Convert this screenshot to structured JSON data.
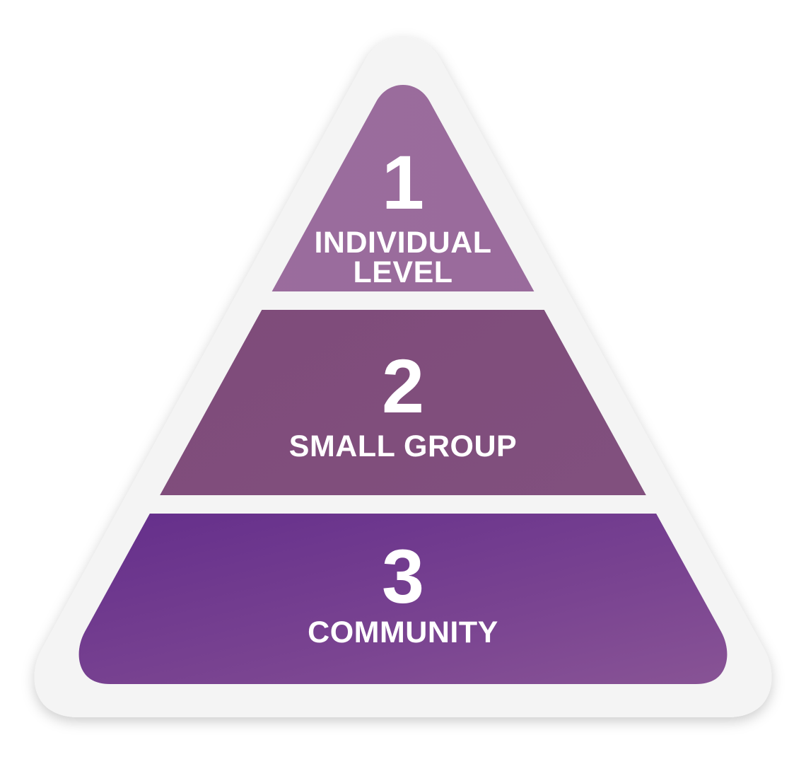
{
  "diagram": {
    "type": "pyramid",
    "title": "",
    "orientation": "apex-up",
    "tier_count": 3,
    "border_color": "#F4F4F4",
    "background_color": "transparent",
    "text_color": "#FFFFFF",
    "tiers": [
      {
        "number": "1",
        "label_lines": [
          "INDIVIDUAL",
          "LEVEL"
        ],
        "label": "INDIVIDUAL LEVEL",
        "position": "top",
        "fill_start": "#9C6E9E",
        "fill_end": "#98699B"
      },
      {
        "number": "2",
        "label_lines": [
          "SMALL GROUP"
        ],
        "label": "SMALL GROUP",
        "position": "middle",
        "fill_start": "#7E4A79",
        "fill_end": "#81507E"
      },
      {
        "number": "3",
        "label_lines": [
          "COMMUNITY"
        ],
        "label": "COMMUNITY",
        "position": "bottom",
        "fill_start": "#66308C",
        "fill_end": "#8E5A97"
      }
    ]
  }
}
